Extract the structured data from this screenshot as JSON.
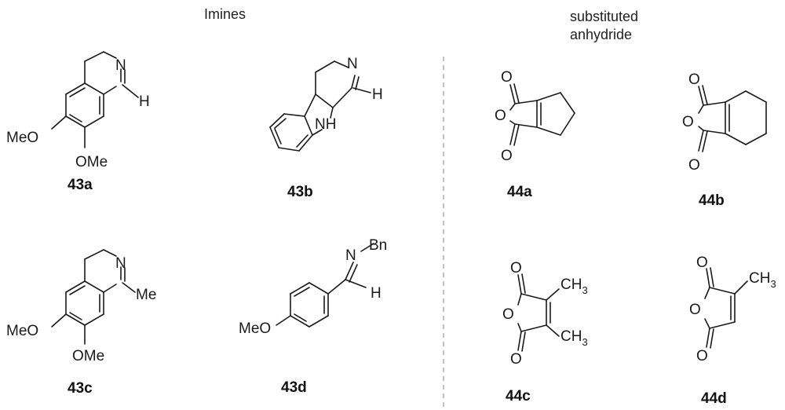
{
  "headings": {
    "imines": "Imines",
    "anhydride_line1": "substituted",
    "anhydride_line2": "anhydride"
  },
  "compounds": {
    "c43a": {
      "label": "43a",
      "atoms": {
        "n": "N",
        "h": "H",
        "ome1": "MeO",
        "ome2": "OMe"
      }
    },
    "c43b": {
      "label": "43b",
      "atoms": {
        "n": "N",
        "h": "H",
        "nh": "NH"
      }
    },
    "c43c": {
      "label": "43c",
      "atoms": {
        "n": "N",
        "me": "Me",
        "ome1": "MeO",
        "ome2": "OMe"
      }
    },
    "c43d": {
      "label": "43d",
      "atoms": {
        "n": "N",
        "bn": "Bn",
        "h": "H",
        "meo": "MeO"
      }
    },
    "c44a": {
      "label": "44a",
      "atoms": {
        "o_top": "O",
        "o_ring": "O",
        "o_bot": "O"
      }
    },
    "c44b": {
      "label": "44b",
      "atoms": {
        "o_top": "O",
        "o_ring": "O",
        "o_bot": "O"
      }
    },
    "c44c": {
      "label": "44c",
      "atoms": {
        "o_top": "O",
        "o_ring": "O",
        "o_bot": "O",
        "ch3a": "CH",
        "ch3a_sub": "3",
        "ch3b": "CH",
        "ch3b_sub": "3"
      }
    },
    "c44d": {
      "label": "44d",
      "atoms": {
        "o_top": "O",
        "o_ring": "O",
        "o_bot": "O",
        "ch3": "CH",
        "ch3_sub": "3"
      }
    }
  }
}
